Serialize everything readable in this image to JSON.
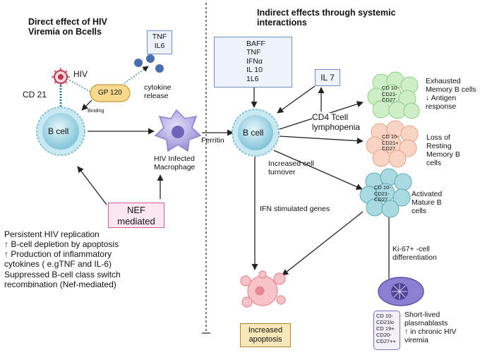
{
  "left_title": "Direct effect of HIV\nViremia on Bcells",
  "right_title": "Indirect effects through systemic\ninteractions",
  "hiv_label": "HIV",
  "cd21_label": "CD 21",
  "gp120_label": "GP 120",
  "binding_label": "Binding",
  "cytokine_box": "TNF\nIL6",
  "cytokine_release": "cytokine\nrelease",
  "bcell_left": "B cell",
  "macrophage_label": "HIV Infected\nMacrophage",
  "nef_label": "NEF\nmediated",
  "bottom_left_text": "Persistent HIV replication\n↑ B-cell depletion by apoptosis\n↑ Production of inflammatory\ncytokines ( e.gTNF and IL-6)\nSuppressed B-cell class switch\nrecombination (Nef-mediated)",
  "ferritin_label": "Ferritin",
  "mediators_box": "BAFF\nTNF\nIFNα\nIL 10\n1L6",
  "il7_label": "IL 7",
  "bcell_right": "B cell",
  "cd4_label": "CD4 Tcell\nlymphopenia",
  "turnover_label": "Increased cell\nturnover",
  "ifn_label": "IFN stimulated genes",
  "exhausted_markers": "CD 10-\nCD21-\nCD27",
  "exhausted_label": "Exhausted\nMemory B cells\n↓ Antigen\nresponse",
  "resting_markers": "CD 10-\nCD21+\nCD27",
  "resting_label": "Loss of\nResting\nMemory B\ncells",
  "activated_markers": "CD 10-\nCD21-\nCD27",
  "activated_label": "Activated\nMature B\ncells",
  "ki67_label": "Ki-67+ -cell\ndifferentiation",
  "plasmablast_markers": "CD 10-\nCD21lo\nCD 19+\nCD20-\nCD27++",
  "plasmablast_label": "Short-lived\nplasmablasts\n↑ in chronic  HIV\nviremia",
  "apoptosis_label": "Increased\napoptosis",
  "colors": {
    "bcell": "#a9d8e6",
    "macrophage": "#b9b3e6",
    "exhausted": "#bfe6b8",
    "resting": "#f4c6b3",
    "activated": "#9fd3dc",
    "plasmablast": "#7d6fc4",
    "apoptosis": "#f4b8bd",
    "gp120": "#f6d98a",
    "nef_box_border": "#d05a9a",
    "nef_box_fill": "#fbe6f1",
    "info_box_border": "#6f8fc7",
    "info_box_fill": "#eef3fb",
    "apoptosis_box": "#f7e7b9"
  }
}
